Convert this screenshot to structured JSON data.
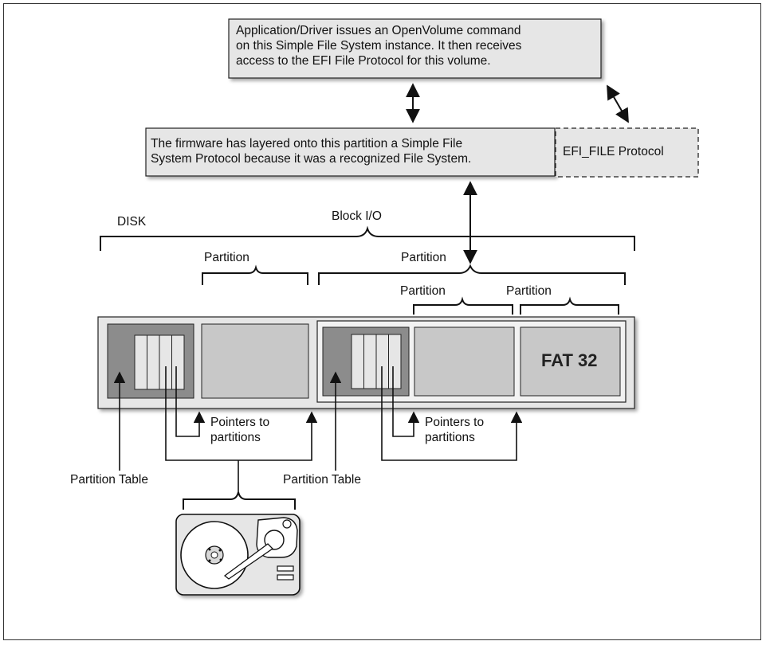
{
  "app_box": {
    "lines": [
      "Application/Driver issues an OpenVolume command",
      "on this Simple File System instance. It then receives",
      "access to the EFI File Protocol for this volume."
    ]
  },
  "firmware_box": {
    "lines": [
      "The firmware has layered onto this partition a Simple File",
      "System Protocol because it was a recognized File System."
    ]
  },
  "efi_file_box": {
    "label": "EFI_FILE Protocol"
  },
  "labels": {
    "disk": "DISK",
    "block_io": "Block I/O",
    "partition_left": "Partition",
    "partition_right": "Partition",
    "partition_sub1": "Partition",
    "partition_sub2": "Partition",
    "fat32": "FAT 32",
    "pointers_left_1": "Pointers to",
    "pointers_left_2": "partitions",
    "pointers_right_1": "Pointers to",
    "pointers_right_2": "partitions",
    "partition_table_left": "Partition Table",
    "partition_table_right": "Partition Table"
  },
  "colors": {
    "box_fill": "#e6e6e6",
    "dark_block": "#8c8c8c",
    "light_block": "#c8c8c8",
    "line": "#111111"
  }
}
